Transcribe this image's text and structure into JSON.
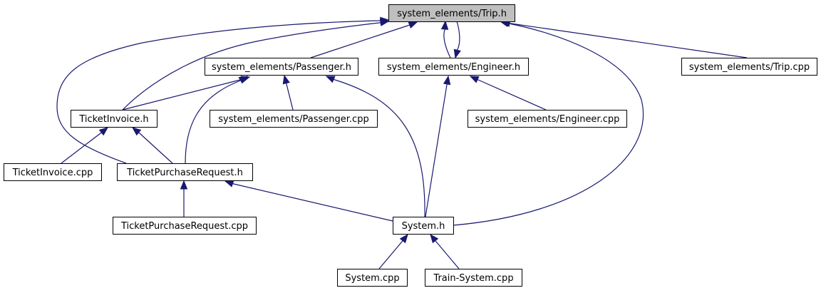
{
  "diagram": {
    "type": "include-dependency-graph",
    "root": "trip_h",
    "nodes": [
      {
        "id": "trip_h",
        "label": "system_elements/Trip.h",
        "root": true
      },
      {
        "id": "passenger_h",
        "label": "system_elements/Passenger.h"
      },
      {
        "id": "engineer_h",
        "label": "system_elements/Engineer.h"
      },
      {
        "id": "trip_cpp",
        "label": "system_elements/Trip.cpp"
      },
      {
        "id": "ticketinvoice_h",
        "label": "TicketInvoice.h"
      },
      {
        "id": "passenger_cpp",
        "label": "system_elements/Passenger.cpp"
      },
      {
        "id": "engineer_cpp",
        "label": "system_elements/Engineer.cpp"
      },
      {
        "id": "ticketinvoice_cpp",
        "label": "TicketInvoice.cpp"
      },
      {
        "id": "ticketpurchaserequest_h",
        "label": "TicketPurchaseRequest.h"
      },
      {
        "id": "ticketpurchaserequest_cpp",
        "label": "TicketPurchaseRequest.cpp"
      },
      {
        "id": "system_h",
        "label": "System.h"
      },
      {
        "id": "system_cpp",
        "label": "System.cpp"
      },
      {
        "id": "trainsystem_cpp",
        "label": "Train-System.cpp"
      }
    ],
    "edges": [
      {
        "from": "passenger_h",
        "to": "trip_h"
      },
      {
        "from": "engineer_h",
        "to": "trip_h"
      },
      {
        "from": "trip_h",
        "to": "engineer_h"
      },
      {
        "from": "trip_cpp",
        "to": "trip_h"
      },
      {
        "from": "ticketinvoice_h",
        "to": "trip_h"
      },
      {
        "from": "ticketpurchaserequest_h",
        "to": "trip_h"
      },
      {
        "from": "system_h",
        "to": "trip_h"
      },
      {
        "from": "ticketinvoice_h",
        "to": "passenger_h"
      },
      {
        "from": "passenger_cpp",
        "to": "passenger_h"
      },
      {
        "from": "ticketpurchaserequest_h",
        "to": "passenger_h"
      },
      {
        "from": "system_h",
        "to": "passenger_h"
      },
      {
        "from": "engineer_cpp",
        "to": "engineer_h"
      },
      {
        "from": "system_h",
        "to": "engineer_h"
      },
      {
        "from": "ticketinvoice_cpp",
        "to": "ticketinvoice_h"
      },
      {
        "from": "ticketpurchaserequest_h",
        "to": "ticketinvoice_h"
      },
      {
        "from": "ticketpurchaserequest_cpp",
        "to": "ticketpurchaserequest_h"
      },
      {
        "from": "system_h",
        "to": "ticketpurchaserequest_h"
      },
      {
        "from": "system_cpp",
        "to": "system_h"
      },
      {
        "from": "trainsystem_cpp",
        "to": "system_h"
      }
    ]
  },
  "colors": {
    "edge": "#191970",
    "root_fill": "#bfbfbf",
    "node_fill": "#ffffff",
    "node_border": "#000000"
  }
}
